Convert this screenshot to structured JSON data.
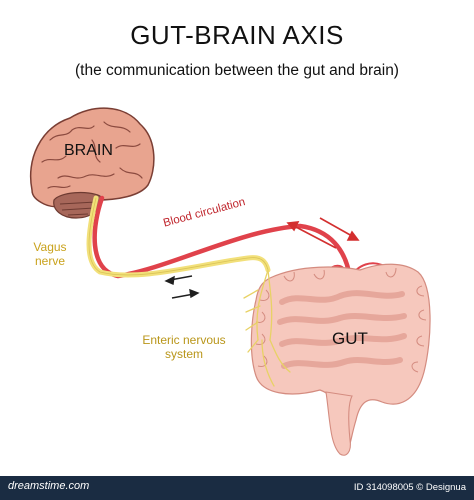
{
  "title": "GUT-BRAIN AXIS",
  "subtitle": "(the communication between the gut and brain)",
  "labels": {
    "brain": "BRAIN",
    "gut": "GUT",
    "blood": "Blood circulation",
    "vagus": "Vagus nerve",
    "enteric": "Enteric nervous system"
  },
  "footer": {
    "logo": "dreamstime.com",
    "id_text": "ID 314098005 © Designua"
  },
  "colors": {
    "brain": "#e8a48f",
    "cerebellum": "#a7675a",
    "blood": "#e0424b",
    "nerve": "#f2e07a",
    "gut": "#f6c8bd",
    "arrow_red": "#d32f2f",
    "footer": "#1a2c42"
  }
}
